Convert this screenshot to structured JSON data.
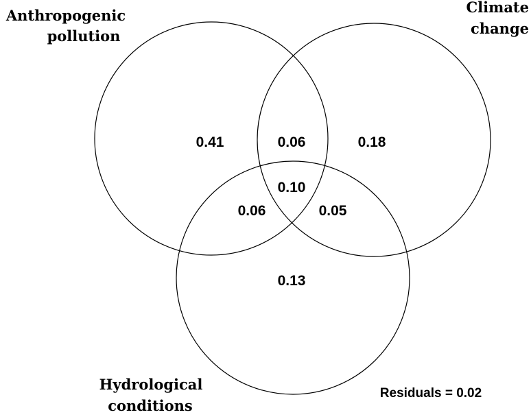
{
  "sets": {
    "anthropogenic": {
      "line1": "Anthropogenic",
      "line2": "pollution"
    },
    "climate": {
      "line1": "Climate",
      "line2": "change"
    },
    "hydrological": {
      "line1": "Hydrological",
      "line2": "conditions"
    }
  },
  "regions": {
    "anthropogenic_only": "0.41",
    "anthropogenic_climate": "0.06",
    "climate_only": "0.18",
    "all_three": "0.10",
    "anthropogenic_hydrological": "0.06",
    "climate_hydrological": "0.05",
    "hydrological_only": "0.13"
  },
  "residuals": "Residuals = 0.02"
}
